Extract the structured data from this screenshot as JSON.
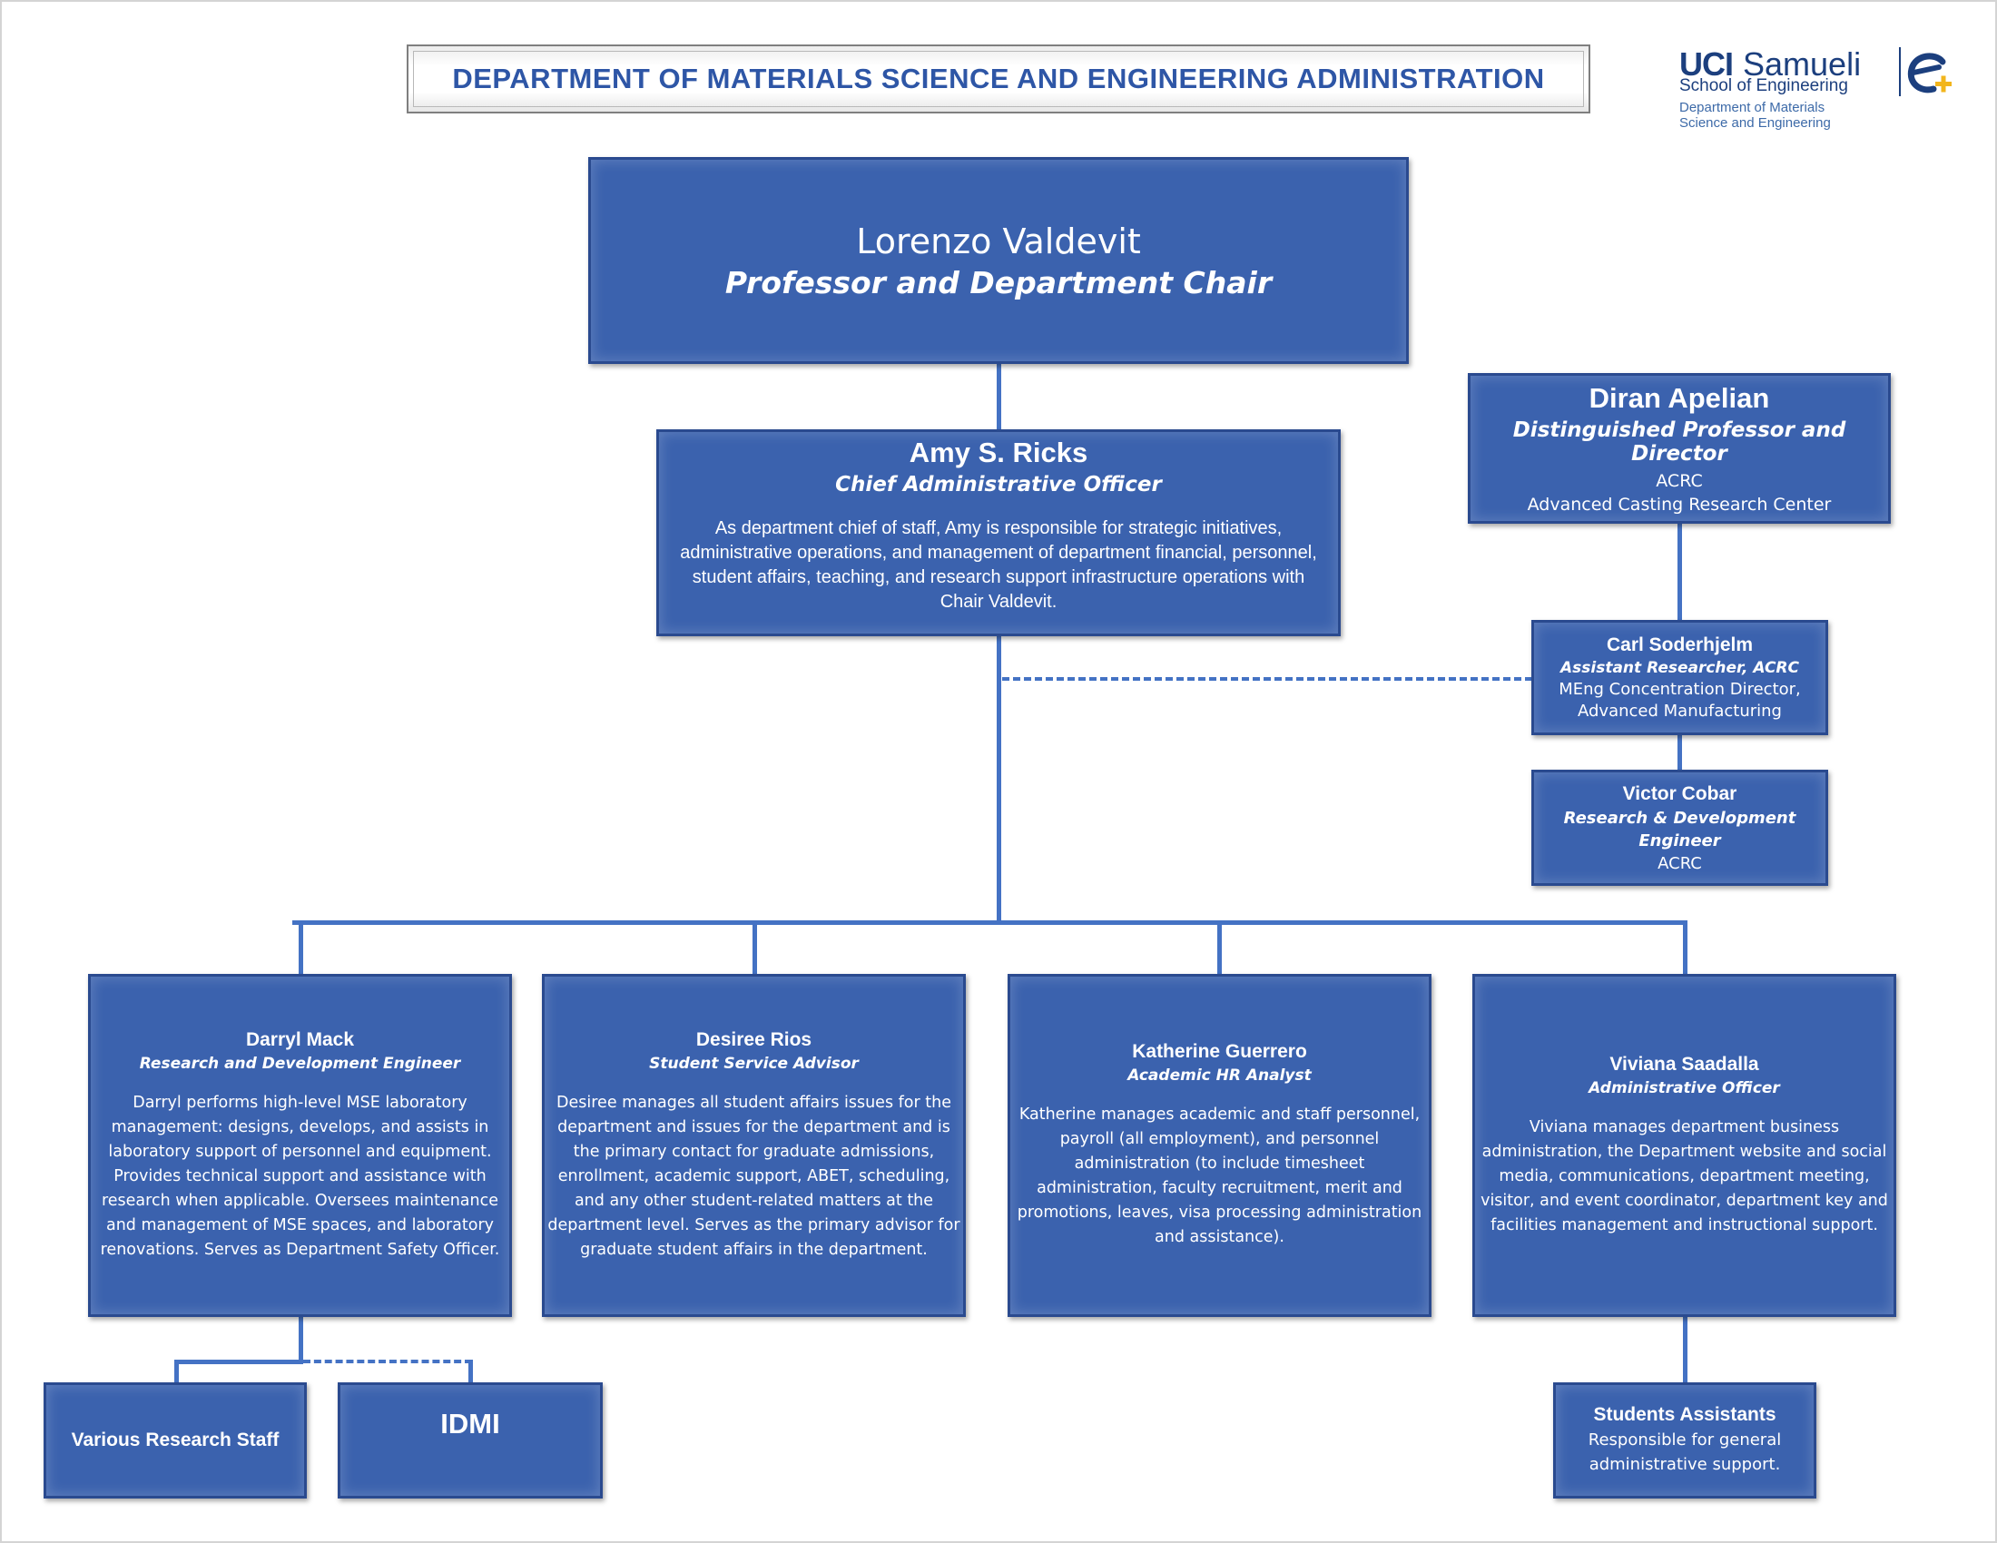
{
  "title": "DEPARTMENT OF MATERIALS SCIENCE AND ENGINEERING ADMINISTRATION",
  "logo": {
    "uci": "UCI",
    "samueli": "Samueli",
    "school": "School of Engineering",
    "dept_line1": "Department of Materials",
    "dept_line2": "Science and Engineering",
    "mark_icon": "e-plus-logo-icon",
    "colors": {
      "navy": "#1c3f7e",
      "gold": "#f2b51c"
    }
  },
  "chair": {
    "name": "Lorenzo Valdevit",
    "role": "Professor and Department Chair"
  },
  "cao": {
    "name": "Amy S. Ricks",
    "role": "Chief Administrative Officer",
    "desc": "As department chief of staff, Amy is responsible for strategic initiatives, administrative operations, and management of department financial, personnel, student affairs, teaching, and research support infrastructure operations with Chair Valdevit."
  },
  "acrc_director": {
    "name": "Diran Apelian",
    "role": "Distinguished Professor and Director",
    "line1": "ACRC",
    "line2": "Advanced Casting Research Center"
  },
  "carl": {
    "name": "Carl Soderhjelm",
    "role": "Assistant Researcher, ACRC",
    "line1": "MEng Concentration Director,",
    "line2": "Advanced Manufacturing"
  },
  "victor": {
    "name": "Victor Cobar",
    "role_line1": "Research & Development",
    "role_line2": "Engineer",
    "line1": "ACRC"
  },
  "staff": [
    {
      "name": "Darryl Mack",
      "role": "Research and Development Engineer",
      "desc": "Darryl performs high-level MSE laboratory management: designs, develops, and assists in laboratory support of personnel and equipment. Provides technical support and assistance with research when applicable. Oversees maintenance and management of MSE spaces, and laboratory renovations. Serves as Department Safety Officer."
    },
    {
      "name": "Desiree Rios",
      "role": "Student Service Advisor",
      "desc": "Desiree manages all student affairs issues for the department and issues for the department and is the primary contact for graduate admissions, enrollment, academic support, ABET, scheduling, and any other student-related matters at the department level. Serves as the primary advisor for graduate student affairs in the department."
    },
    {
      "name": "Katherine Guerrero",
      "role": "Academic HR Analyst",
      "desc": "Katherine manages academic and staff personnel, payroll (all employment), and personnel administration (to include timesheet administration, faculty recruitment, merit and promotions, leaves, visa processing administration and assistance)."
    },
    {
      "name": "Viviana Saadalla",
      "role": "Administrative Officer",
      "desc": "Viviana manages department business administration, the Department website and social media, communications, department meeting, visitor, and event coordinator, department key and facilities management and instructional support."
    }
  ],
  "research_staff": {
    "label": "Various Research Staff"
  },
  "idmi": {
    "label": "IDMI"
  },
  "students": {
    "name": "Students Assistants",
    "desc": "Responsible for general administrative support."
  }
}
